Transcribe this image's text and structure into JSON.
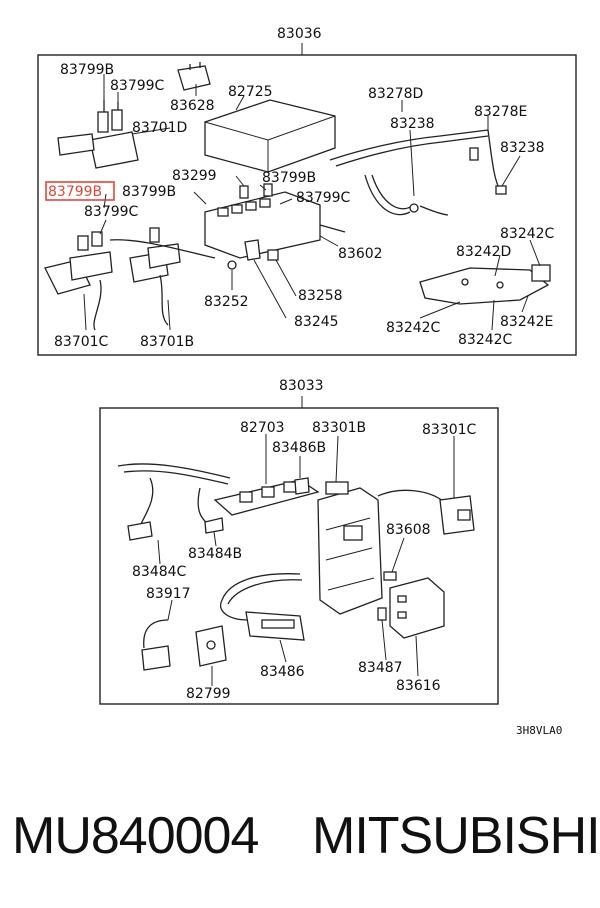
{
  "colors": {
    "highlight": "#e0473a",
    "ink": "#111111"
  },
  "top_group": {
    "title": "83036",
    "labels": {
      "l83799B_a": "83799B",
      "l83799C_a": "83799C",
      "l83628": "83628",
      "l82725": "82725",
      "l83278D": "83278D",
      "l83238_a": "83238",
      "l83278E": "83278E",
      "l83238_b": "83238",
      "l83701D": "83701D",
      "l83299": "83299",
      "l83799B_b": "83799B",
      "l83799B_hl": "83799B",
      "l83799B_c": "83799B",
      "l83799C_b": "83799C",
      "l83799C_c": "83799C",
      "l83602": "83602",
      "l83242C_a": "83242C",
      "l83242D": "83242D",
      "l83252": "83252",
      "l83258": "83258",
      "l83245": "83245",
      "l83242C_b": "83242C",
      "l83242E": "83242E",
      "l83242C_c": "83242C",
      "l83701C": "83701C",
      "l83701B": "83701B"
    }
  },
  "bottom_group": {
    "title": "83033",
    "labels": {
      "l82703": "82703",
      "l83301B": "83301B",
      "l83301C": "83301C",
      "l83486B": "83486B",
      "l83608": "83608",
      "l83484B": "83484B",
      "l83484C": "83484C",
      "l83917": "83917",
      "l83486": "83486",
      "l83487": "83487",
      "l83616": "83616",
      "l82799": "82799"
    }
  },
  "diagram_code": "3H8VLA0",
  "footer": {
    "part_number": "MU840004",
    "brand": "MITSUBISHI"
  }
}
